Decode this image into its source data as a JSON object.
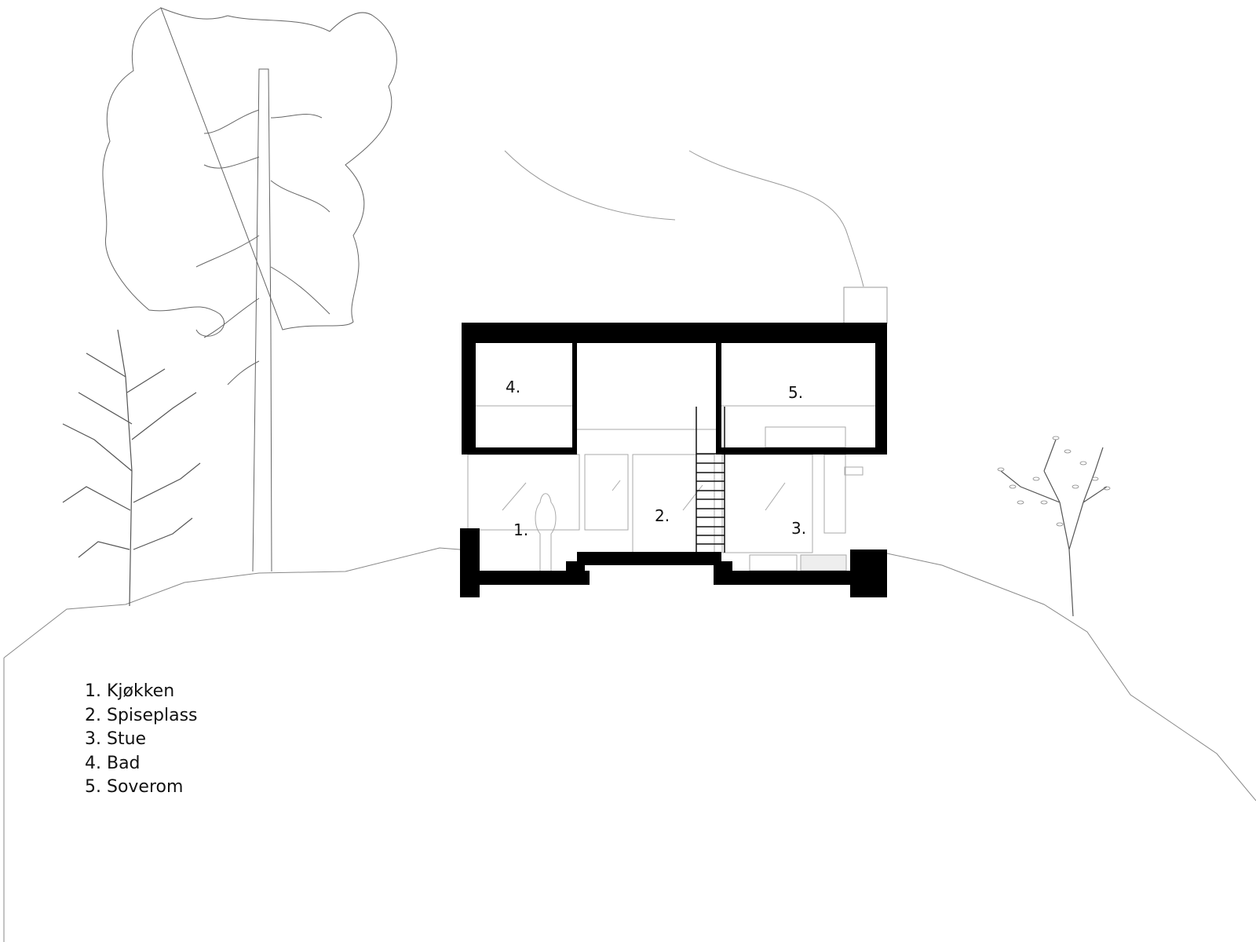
{
  "drawing": {
    "room_labels": {
      "r1": "1.",
      "r2": "2.",
      "r3": "3.",
      "r4": "4.",
      "r5": "5."
    },
    "legend": [
      "1. Kjøkken",
      "2. Spiseplass",
      "3. Stue",
      "4. Bad",
      "5. Soverom"
    ],
    "colors": {
      "wall": "#000000",
      "line": "#888888",
      "background": "#ffffff"
    }
  }
}
